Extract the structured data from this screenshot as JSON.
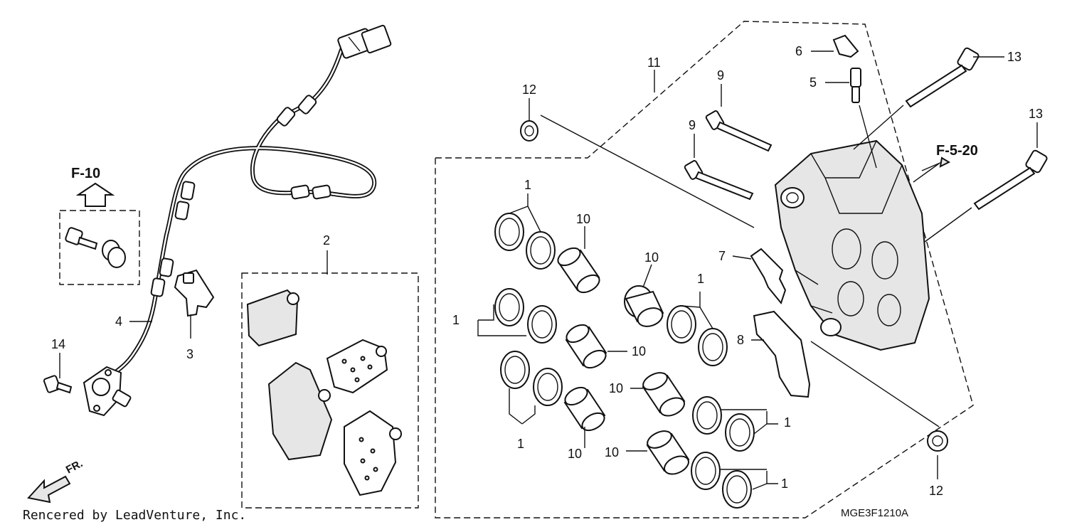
{
  "diagram": {
    "callouts": {
      "seal_top": "1",
      "seal_left": "1",
      "seal_bottom_left": "1",
      "seal_center": "1",
      "seal_right_mid": "1",
      "seal_right_bottom": "1",
      "pad_set": "2",
      "sensor_stay": "3",
      "sensor": "4",
      "bleeder": "5",
      "bleeder_cap": "6",
      "pad_spring": "7",
      "pad_retainer": "8",
      "pin_upper": "9",
      "pin_lower": "9",
      "piston_a": "10",
      "piston_b": "10",
      "piston_c": "10",
      "piston_d": "10",
      "piston_e": "10",
      "piston_f": "10",
      "caliper_assy": "11",
      "collar_top": "12",
      "collar_bottom": "12",
      "bolt_top": "13",
      "bolt_right": "13",
      "sensor_bolt": "14"
    },
    "references": {
      "frame_ref": "F-10",
      "fork_ref": "F-5-20"
    },
    "direction_label": "FR.",
    "diagram_code": "MGE3F1210A",
    "credit": "Rencered by LeadVenture, Inc."
  }
}
